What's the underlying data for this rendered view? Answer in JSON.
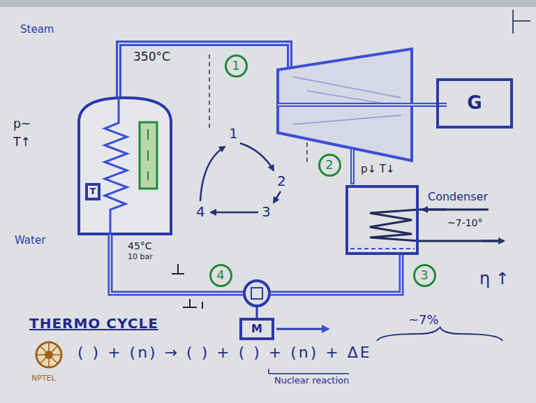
{
  "diagram": {
    "title": "THERMO CYCLE",
    "nodes": [
      {
        "text": [
          "1"
        ]
      },
      {
        "text": [
          "G"
        ]
      },
      {
        "text": [
          "T"
        ]
      },
      {
        "text": [
          "2"
        ]
      },
      {
        "text": [
          "Condenser"
        ]
      },
      {
        "text": [
          "3"
        ]
      },
      {
        "text": [
          "4"
        ]
      },
      {
        "text": [
          "M"
        ]
      }
    ],
    "labels": [
      "Steam",
      "350°C",
      "p~",
      "T↑",
      "1",
      "2",
      "3",
      "4",
      "p↓ T↓",
      "~7-10°",
      "Water",
      "45°C",
      "10 bar",
      "η ↑",
      "~7%",
      "( ) + (n) → ( ) + ( ) + (n) + ΔE",
      "Nuclear reaction",
      "NPTEL"
    ]
  }
}
